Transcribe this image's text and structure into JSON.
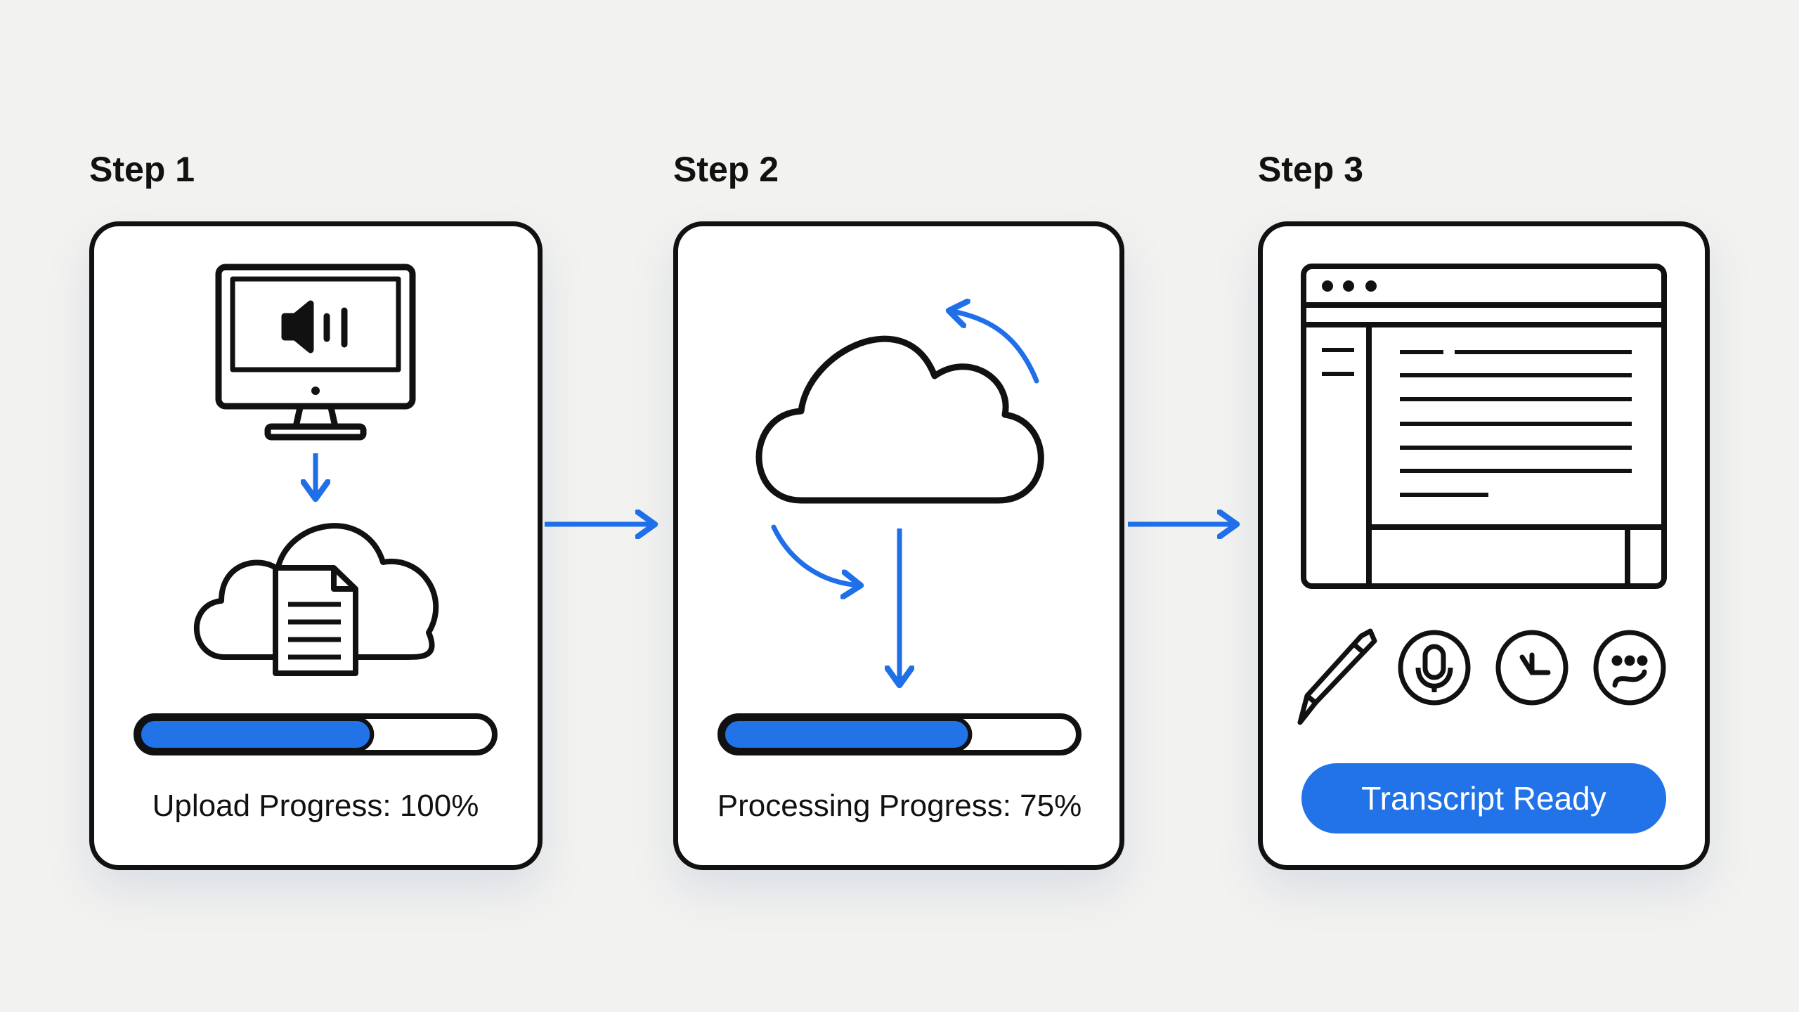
{
  "steps": [
    {
      "label": "Step 1",
      "progress_label": "Upload Progress: 100%",
      "bar_fill": 0.66,
      "icons": [
        "monitor-speaker-icon",
        "arrow-down-icon",
        "cloud-document-icon"
      ]
    },
    {
      "label": "Step 2",
      "progress_label": "Processing Progress: 75%",
      "bar_fill": 0.7,
      "icons": [
        "cloud-icon",
        "cycle-arrows-icon",
        "arrow-down-icon"
      ]
    },
    {
      "label": "Step 3",
      "button_label": "Transcript Ready",
      "icons": [
        "transcript-window-icon",
        "pencil-icon",
        "microphone-icon",
        "clock-icon",
        "emoji-face-icon"
      ]
    }
  ],
  "colors": {
    "accent": "#1f6fe8",
    "button": "#2272e8",
    "stroke": "#111111",
    "background": "#f2f2f0"
  }
}
